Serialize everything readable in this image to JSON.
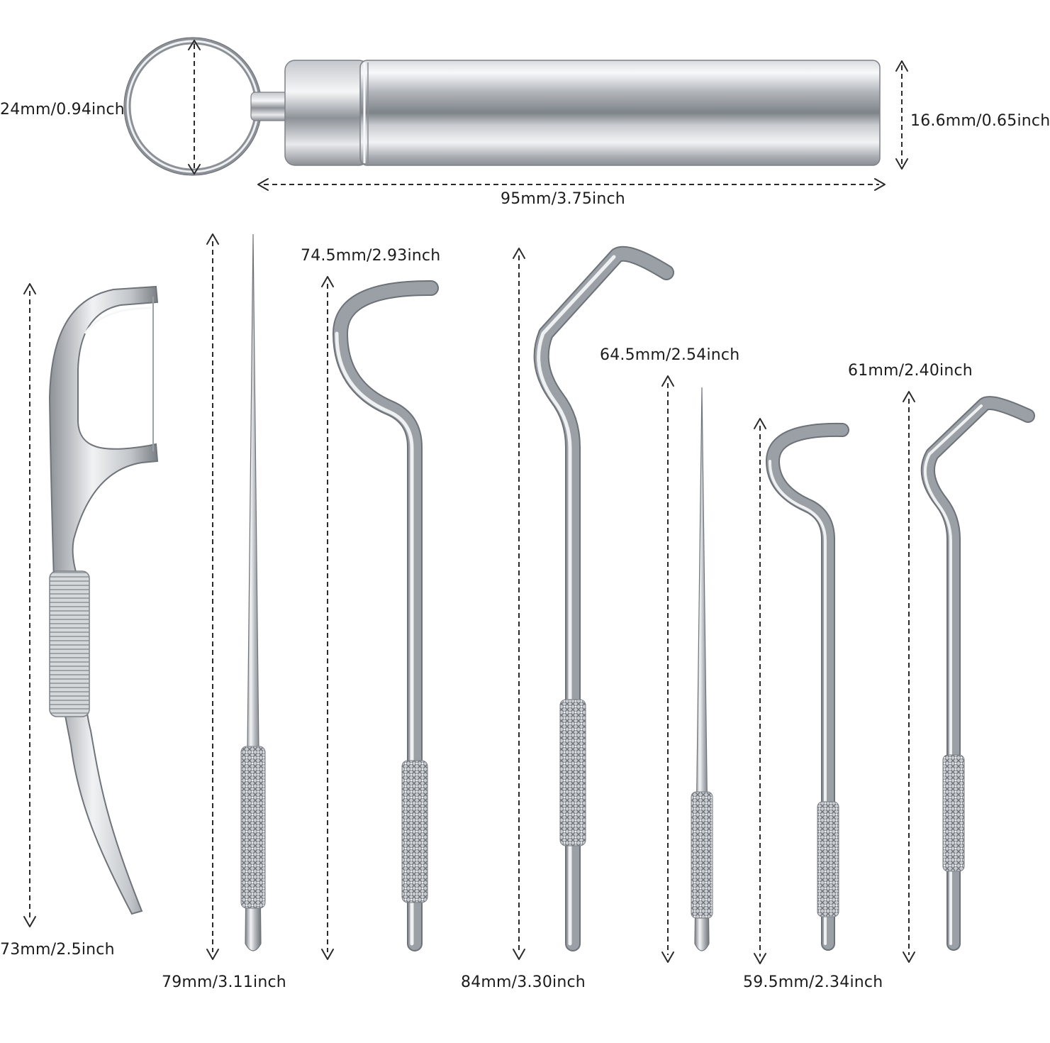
{
  "dimensions": {
    "ring_diameter": "24mm/0.94inch",
    "tube_diameter": "16.6mm/0.65inch",
    "tube_length": "95mm/3.75inch",
    "floss_pick_length": "73mm/2.5inch",
    "straight_pick_long": "79mm/3.11inch",
    "curved_hook_long": "74.5mm/2.93inch",
    "angled_hook_long": "84mm/3.30inch",
    "straight_pick_short": "64.5mm/2.54inch",
    "curved_hook_short": "59.5mm/2.34inch",
    "angled_hook_short": "61mm/2.40inch"
  },
  "colors": {
    "metal_light": "#f4f5f6",
    "metal_mid": "#b9bdc2",
    "metal_dark": "#6f747a",
    "dimension_line": "#2a2a2a"
  }
}
